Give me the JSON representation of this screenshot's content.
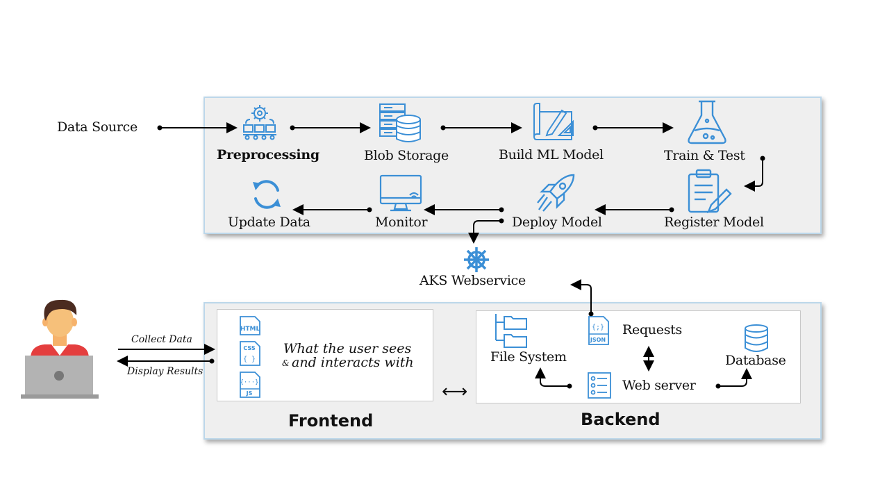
{
  "pipeline": {
    "data_source": "Data Source",
    "steps": {
      "preprocessing": "Preprocessing",
      "blob_storage": "Blob Storage",
      "build_ml_model": "Build ML Model",
      "train_test": "Train & Test",
      "register_model": "Register Model",
      "deploy_model": "Deploy Model",
      "monitor": "Monitor",
      "update_data": "Update Data"
    }
  },
  "aks": {
    "label": "AKS Webservice"
  },
  "user": {
    "collect_data": "Collect Data",
    "display_results": "Display Results"
  },
  "frontend": {
    "title": "Frontend",
    "description_line1": "What the user sees",
    "description_amp": "&",
    "description_line2": "and interacts with",
    "file_icons": {
      "html": "HTML",
      "css": "CSS",
      "js": "JS"
    }
  },
  "backend": {
    "title": "Backend",
    "file_system": "File System",
    "requests": "Requests",
    "web_server": "Web server",
    "database": "Database",
    "json_icon_text": "JSON"
  },
  "link_symbol": "⟷",
  "colors": {
    "icon_blue": "#3b8fd6",
    "panel_border": "#bcd7ea",
    "panel_fill": "#efefef"
  }
}
